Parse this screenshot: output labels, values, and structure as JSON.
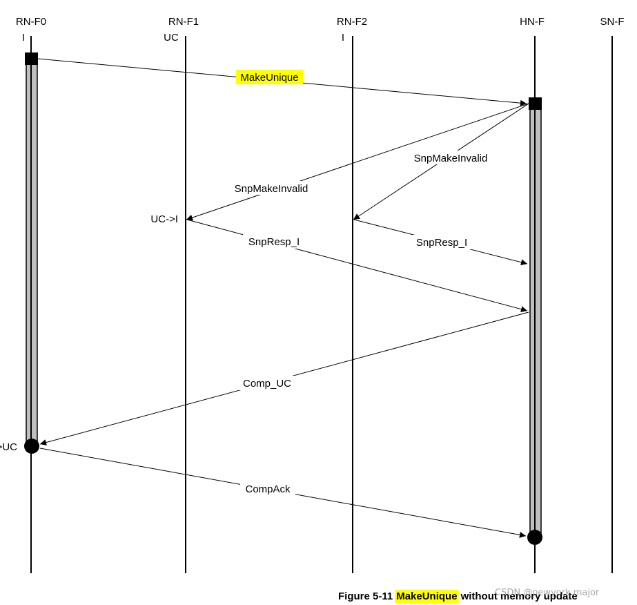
{
  "nodes": [
    "RN-F0",
    "RN-F1",
    "RN-F2",
    "HN-F",
    "SN-F"
  ],
  "initial_states": {
    "rnf0": "I",
    "rnf1": "UC",
    "rnf2": "I"
  },
  "state_changes": {
    "rnf1": "UC->I",
    "rnf0": "I->UC"
  },
  "messages": {
    "make_unique": "MakeUnique",
    "snp_make_invalid_f1": "SnpMakeInvalid",
    "snp_make_invalid_f2": "SnpMakeInvalid",
    "snp_resp_f1": "SnpResp_I",
    "snp_resp_f2": "SnpResp_I",
    "comp_uc": "Comp_UC",
    "comp_ack": "CompAck"
  },
  "caption": {
    "number": "Figure 5-11",
    "highlight": "MakeUnique",
    "rest": "without memory update"
  },
  "watermark": "CSDN @newyork major",
  "colors": {
    "highlight": "#ffff00",
    "lifeline": "#000000",
    "activation_fill": "#c0c0c0"
  }
}
